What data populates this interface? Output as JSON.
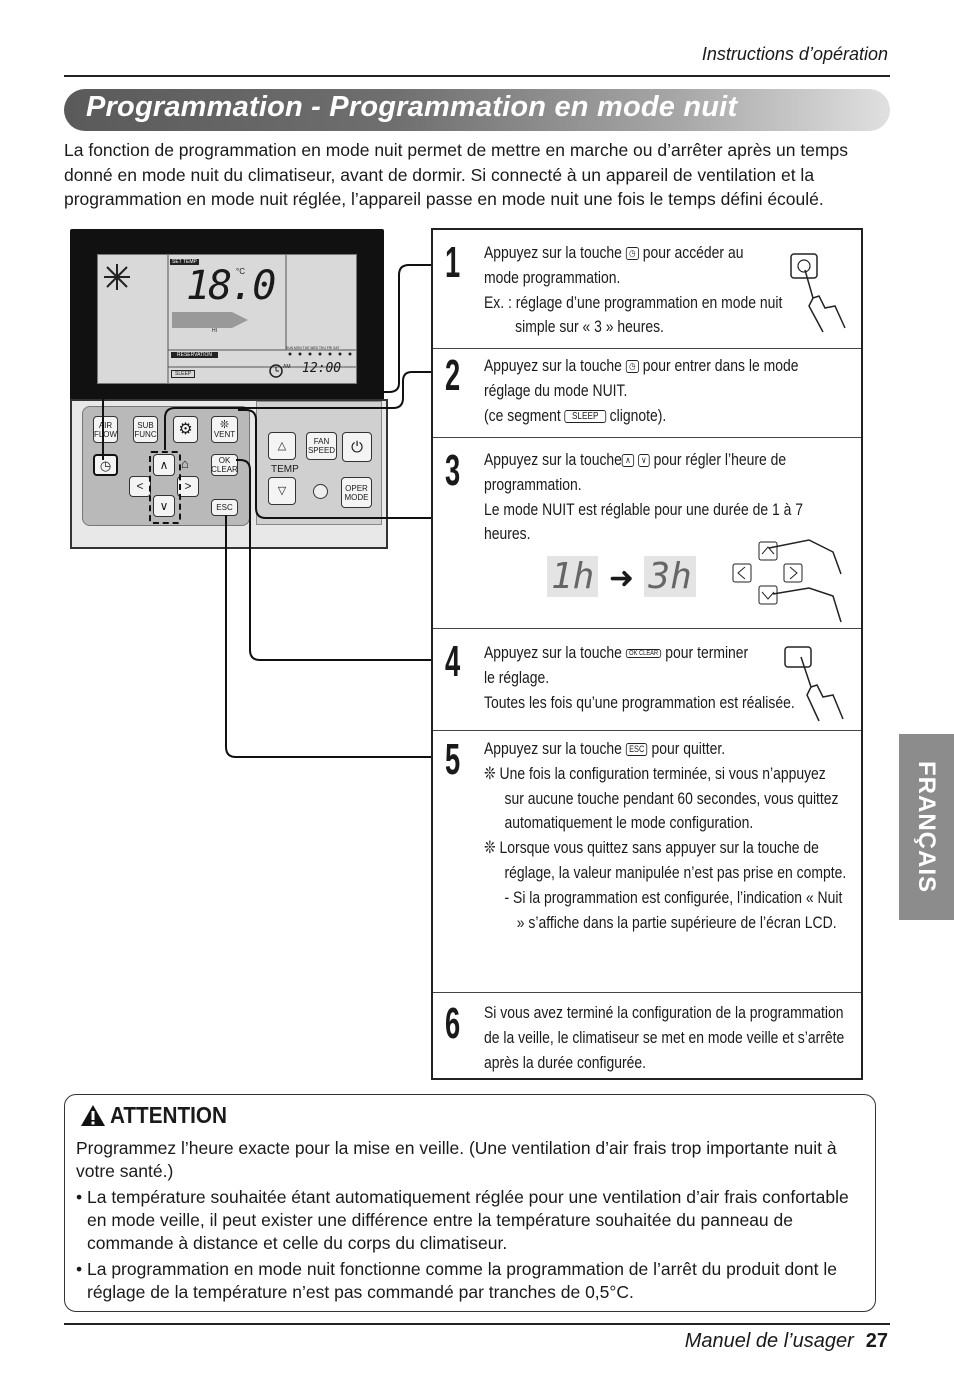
{
  "header": {
    "section_label": "Instructions d’opération"
  },
  "title": "Programmation - Programmation en mode nuit",
  "intro": "La fonction de programmation en mode nuit permet de mettre en marche ou d’arrêter après un temps donné en mode nuit du climatiseur, avant de dormir. Si connecté à un appareil de ventilation et la programmation en mode nuit réglée, l’appareil passe en mode nuit une fois le temps défini écoulé.",
  "remote": {
    "lcd": {
      "set_temp": "SET TEMP",
      "temperature": "18.0",
      "unit": "°C",
      "hi": "HI",
      "reservation": "RESERVATION",
      "sleep": "SLEEP",
      "am": "AM",
      "clock": "12:00",
      "days": "SUN MON TUE WED THU FRI SAT"
    },
    "buttons": {
      "air_flow": "AIR FLOW",
      "sub_func": "SUB FUNC",
      "vent": "VENT",
      "ok_clear": "OK CLEAR",
      "esc": "ESC",
      "fan_speed": "FAN SPEED",
      "temp": "TEMP",
      "oper_mode": "OPER MODE"
    }
  },
  "steps": [
    {
      "number": "1",
      "lines": [
        "Appuyez sur la touche",
        "pour accéder au",
        "mode programmation.",
        "Ex. : réglage d’une programmation en mode nuit",
        "simple sur « 3 » heures."
      ]
    },
    {
      "number": "2",
      "lines": [
        "Appuyez sur la touche",
        "pour entrer dans le mode",
        "réglage du mode NUIT.",
        "(ce segment",
        "clignote)."
      ],
      "segment": "SLEEP"
    },
    {
      "number": "3",
      "lines": [
        "Appuyez sur la touche",
        "pour régler l’heure de",
        "programmation.",
        "Le mode NUIT est réglable pour une durée de 1 à 7",
        "heures."
      ],
      "display_from": "1h",
      "display_to": "3h"
    },
    {
      "number": "4",
      "lines": [
        "Appuyez sur la touche",
        "pour terminer",
        "le réglage.",
        "Toutes les fois qu’une programmation est réalisée."
      ],
      "key": "OK CLEAR"
    },
    {
      "number": "5",
      "lines": [
        "Appuyez sur la touche",
        "pour quitter.",
        "❊ Une fois la configuration terminée, si vous n’appuyez",
        "sur aucune touche pendant 60 secondes, vous quittez",
        "automatiquement le mode configuration.",
        "❊ Lorsque vous quittez sans appuyer sur la touche de",
        "réglage, la valeur manipulée n’est pas prise en compte.",
        "- Si la programmation est configurée, l’indication « Nuit",
        "» s’affiche dans la partie supérieure de l’écran LCD."
      ],
      "key": "ESC"
    },
    {
      "number": "6",
      "lines": [
        "Si vous avez terminé la configuration de la programmation",
        "de la veille, le climatiseur se met en mode veille et s’arrête",
        "après la durée configurée."
      ]
    }
  ],
  "side_tab": "FRANÇAIS",
  "attention": {
    "title": "ATTENTION",
    "paragraph": "Programmez l’heure exacte pour la mise en veille. (Une ventilation d’air frais trop importante nuit à votre santé.)",
    "bullets": [
      "• La température souhaitée étant automatiquement réglée pour une ventilation d’air frais confortable en mode veille, il peut exister une différence entre la température souhaitée du panneau de commande à distance et celle du corps du climatiseur.",
      "• La programmation en mode nuit fonctionne comme la programmation de l’arrêt du produit dont le réglage de la température n’est pas commandé par tranches de 0,5°C."
    ]
  },
  "footer": {
    "manual": "Manuel de l’usager",
    "page": "27"
  }
}
